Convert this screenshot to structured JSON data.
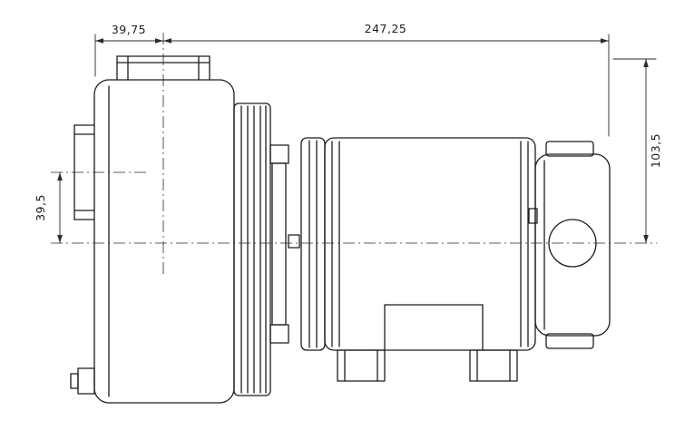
{
  "drawing": {
    "type": "technical-dimension-drawing",
    "subject": "centrifugal-pump-with-motor-side-view",
    "colors": {
      "line": "#1c1c1c",
      "thin_line": "#2a2a2a",
      "background": "#ffffff"
    },
    "dimension_labels": {
      "top_left_width": "39,75",
      "top_right_width": "247,25",
      "right_height": "103,5",
      "left_offset": "39,5"
    }
  }
}
